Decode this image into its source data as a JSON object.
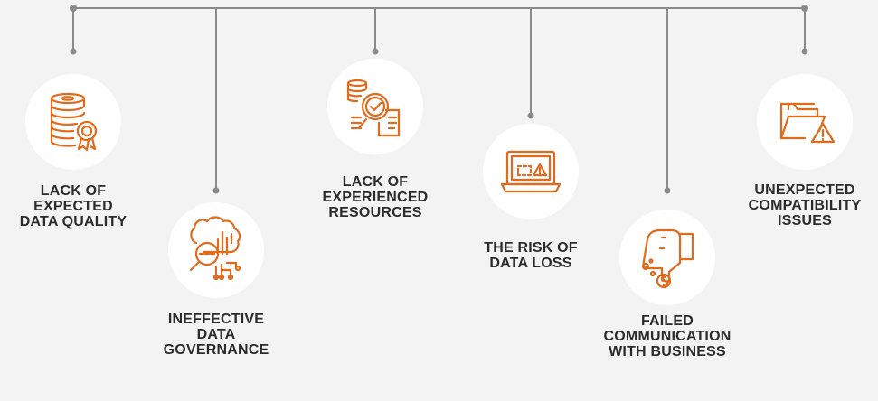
{
  "colors": {
    "accent": "#e06b1c",
    "line": "#8a8a8a",
    "circle_fill": "#ffffff",
    "text": "#2b2b2b",
    "background": "#f3f3f3"
  },
  "items": [
    {
      "id": "data-quality",
      "label": "LACK OF\nEXPECTED\nDATA QUALITY",
      "icon": "database-award-icon"
    },
    {
      "id": "data-governance",
      "label": "INEFFECTIVE\nDATA\nGOVERNANCE",
      "icon": "brain-circuit-magnifier-icon"
    },
    {
      "id": "experienced-resources",
      "label": "LACK OF\nEXPERIENCED\nRESOURCES",
      "icon": "document-magnifier-check-icon"
    },
    {
      "id": "data-loss",
      "label": "THE RISK OF\nDATA LOSS",
      "icon": "laptop-warning-icon"
    },
    {
      "id": "failed-communication",
      "label": "FAILED\nCOMMUNICATION\nWITH BUSINESS",
      "icon": "thumbs-down-coin-icon"
    },
    {
      "id": "compatibility-issues",
      "label": "UNEXPECTED\nCOMPATIBILITY\nISSUES",
      "icon": "folder-warning-icon"
    }
  ]
}
